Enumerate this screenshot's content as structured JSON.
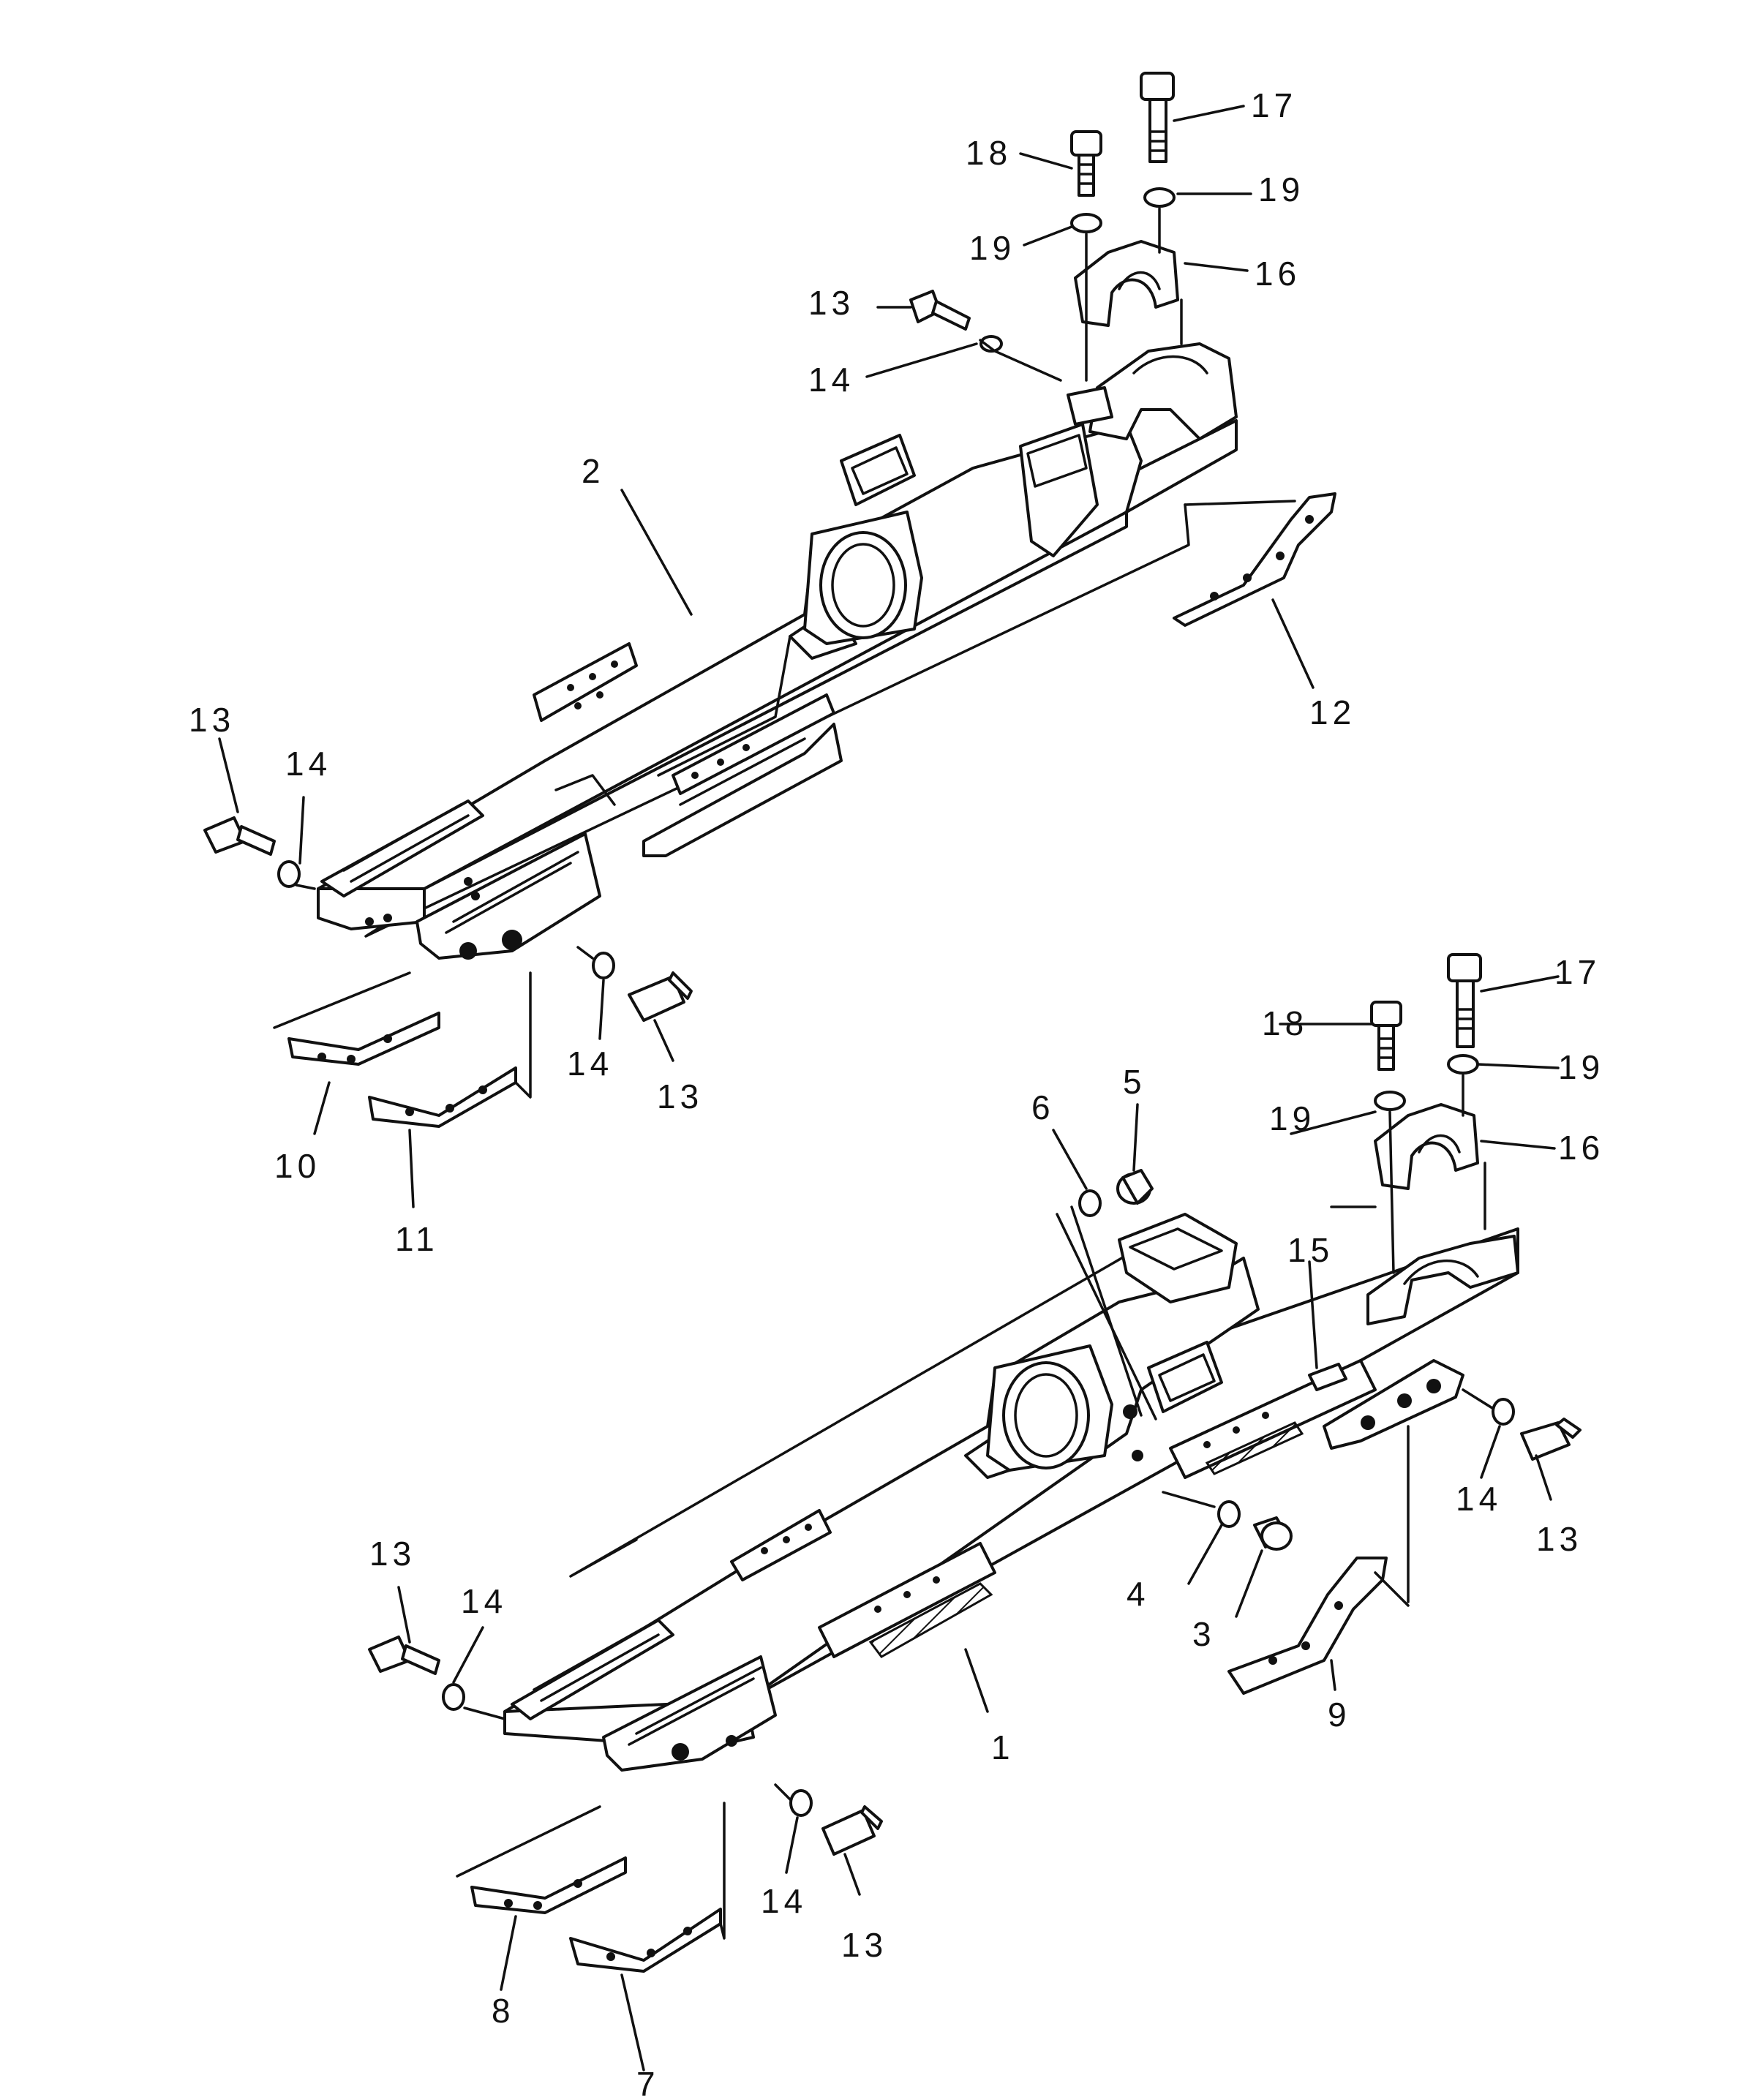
{
  "upper_assembly": {
    "labels": {
      "l2": "2",
      "l12": "12",
      "l13a": "13",
      "l14a": "14",
      "l13b": "13",
      "l14b": "14",
      "l13c": "13",
      "l14c": "14",
      "l10": "10",
      "l11": "11",
      "l16": "16",
      "l17": "17",
      "l18": "18",
      "l19a": "19",
      "l19b": "19"
    }
  },
  "lower_assembly": {
    "labels": {
      "l1": "1",
      "l3": "3",
      "l4": "4",
      "l5": "5",
      "l6": "6",
      "l7": "7",
      "l8": "8",
      "l9": "9",
      "l13a": "13",
      "l14a": "14",
      "l13b": "13",
      "l14b": "14",
      "l13c": "13",
      "l14c": "14",
      "l15": "15",
      "l16": "16",
      "l17": "17",
      "l18": "18",
      "l19a": "19",
      "l19b": "19"
    }
  }
}
